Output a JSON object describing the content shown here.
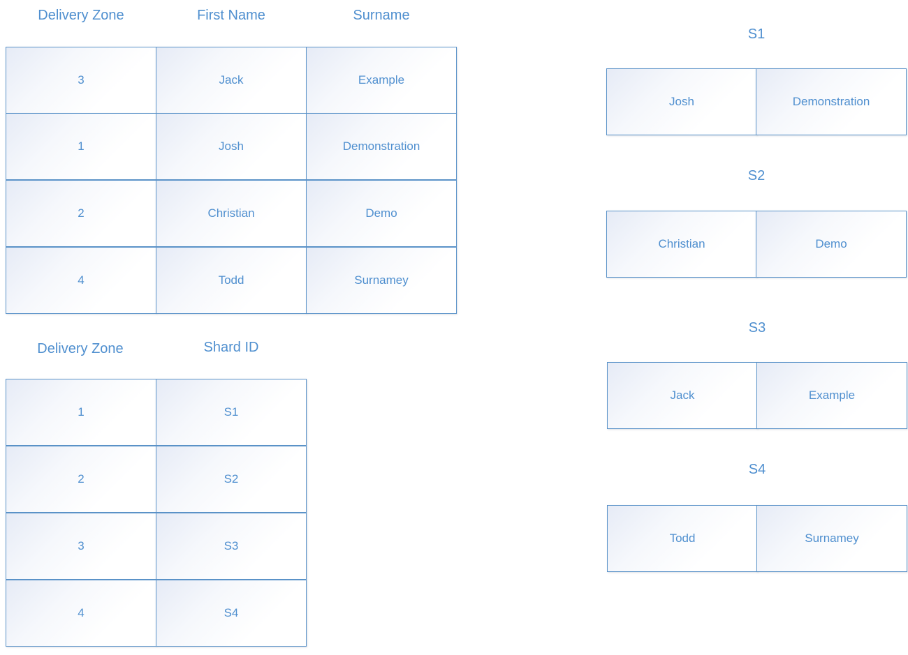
{
  "customers_table": {
    "headers": [
      "Delivery Zone",
      "First Name",
      "Surname"
    ],
    "rows": [
      [
        "3",
        "Jack",
        "Example"
      ],
      [
        "1",
        "Josh",
        "Demonstration"
      ],
      [
        "2",
        "Christian",
        "Demo"
      ],
      [
        "4",
        "Todd",
        "Surnamey"
      ]
    ]
  },
  "lookup_table": {
    "headers": [
      "Delivery Zone",
      "Shard ID"
    ],
    "rows": [
      [
        "1",
        "S1"
      ],
      [
        "2",
        "S2"
      ],
      [
        "3",
        "S3"
      ],
      [
        "4",
        "S4"
      ]
    ]
  },
  "shards": [
    {
      "title": "S1",
      "cells": [
        "Josh",
        "Demonstration"
      ]
    },
    {
      "title": "S2",
      "cells": [
        "Christian",
        "Demo"
      ]
    },
    {
      "title": "S3",
      "cells": [
        "Jack",
        "Example"
      ]
    },
    {
      "title": "S4",
      "cells": [
        "Todd",
        "Surnamey"
      ]
    }
  ]
}
